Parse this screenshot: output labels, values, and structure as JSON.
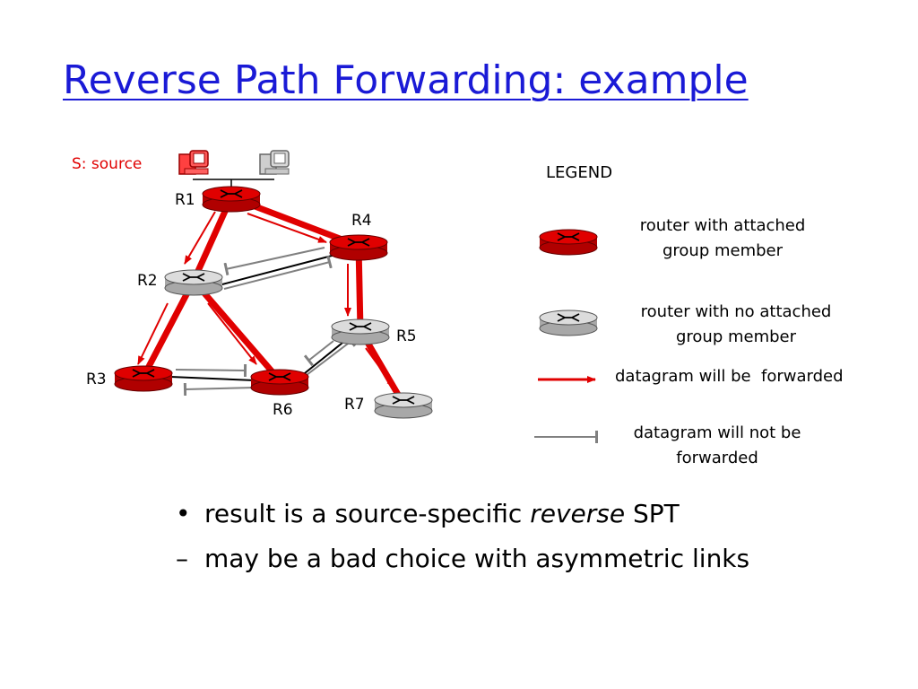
{
  "title": "Reverse Path Forwarding: example",
  "source_label": "S: source",
  "routers": {
    "r1": "R1",
    "r2": "R2",
    "r3": "R3",
    "r4": "R4",
    "r5": "R5",
    "r6": "R6",
    "r7": "R7"
  },
  "legend": {
    "heading": "LEGEND",
    "attached_line1": "router with attached",
    "attached_line2": "group member",
    "no_attached_line1": "router with no attached",
    "no_attached_line2": "group member",
    "forwarded": "datagram will be  forwarded",
    "not_forwarded_line1": "datagram will not be",
    "not_forwarded_line2": "forwarded"
  },
  "bullets": {
    "b1_bullet": "•",
    "b1_pre": "result is a source-specific ",
    "b1_em": "reverse",
    "b1_post": " SPT",
    "b2_dash": "–",
    "b2_text": "may be a bad choice with asymmetric links"
  },
  "colors": {
    "title": "#1a1ad6",
    "member_router": "#e00000",
    "plain_router": "#d8d8d8",
    "forward_arrow": "#e00000",
    "not_forward_arrow": "#808080"
  }
}
